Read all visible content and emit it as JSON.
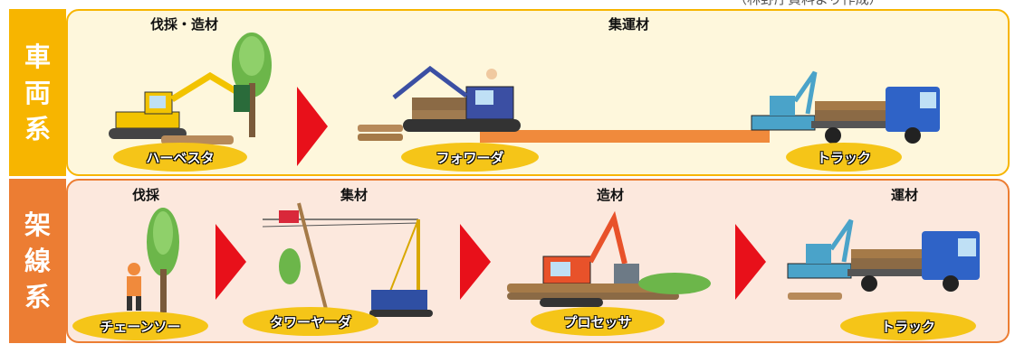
{
  "top_right_text": "（林野庁資料より作成）",
  "vehicle": {
    "side_label": "車両系",
    "stage_headers": [
      "伐採・造材",
      "集運材"
    ],
    "machines": [
      "ハーベスタ",
      "フォワーダ",
      "トラック"
    ]
  },
  "cable": {
    "side_label": "架線系",
    "stage_headers": [
      "伐採",
      "集材",
      "造材",
      "運材"
    ],
    "machines": [
      "チェーンソー",
      "タワーヤーダ",
      "プロセッサ",
      "トラック"
    ]
  },
  "colors": {
    "vehicle_accent": "#f7b500",
    "cable_accent": "#ec7d33",
    "arrow": "#e8101a",
    "pill": "#f5c518"
  }
}
